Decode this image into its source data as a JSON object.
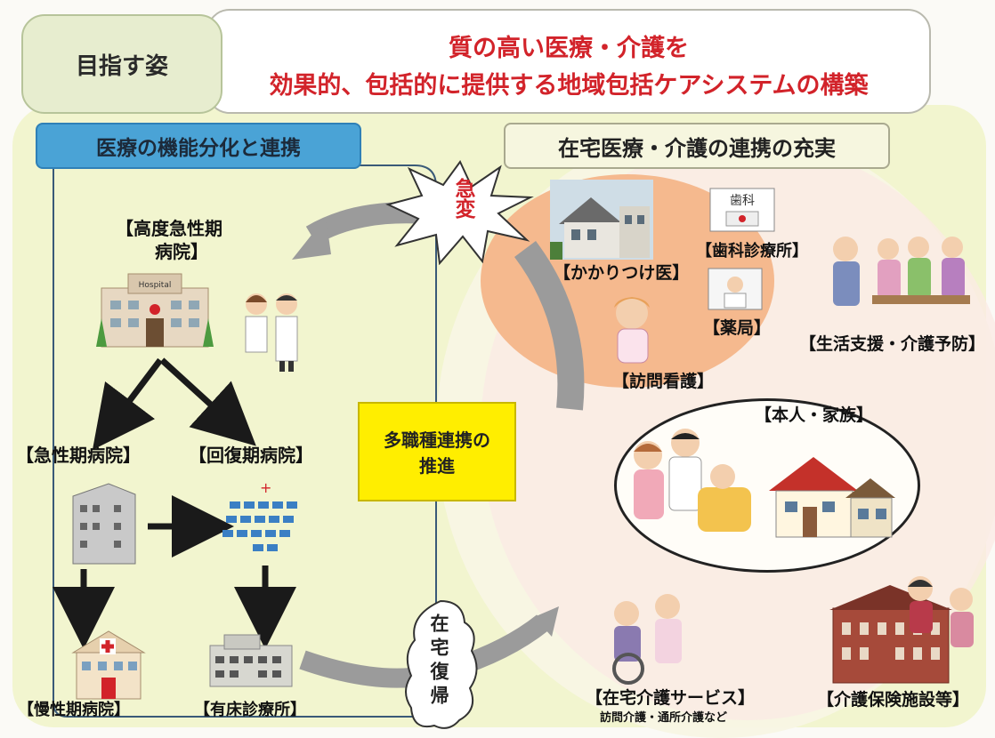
{
  "goal": {
    "tag": "目指す姿",
    "line1": "質の高い医療・介護を",
    "line2": "効果的、包括的に提供する地域包括ケアシステムの構築"
  },
  "left_section": {
    "header": "医療の機能分化と連携",
    "advanced_acute": [
      "【高度急性期",
      "病院】"
    ],
    "acute": "【急性期病院】",
    "recovery": "【回復期病院】",
    "chronic": "【慢性期病院】",
    "clinic_bed": "【有床診療所】"
  },
  "center": {
    "emergency": "急変",
    "multi": [
      "多職種連携の",
      "推進"
    ],
    "return_home": "在宅復帰"
  },
  "right_section": {
    "header": "在宅医療・介護の連携の充実",
    "family_doctor": "【かかりつけ医】",
    "dental": "【歯科診療所】",
    "pharmacy": "【薬局】",
    "visit_nursing": "【訪問看護】",
    "life_support": "【生活支援・介護予防】",
    "person_family": "【本人・家族】",
    "home_care": "【在宅介護サービス】",
    "home_care_sub": "訪問介護・通所介護など",
    "care_facility": "【介護保険施設等】"
  },
  "image_labels": {
    "hospital_sign": "Hospital",
    "dental_sign": "歯科"
  },
  "colors": {
    "accent_red": "#d2232a",
    "header_blue": "#4aa3d6",
    "panel_green": "#f2f5cf",
    "orange": "#f5b98e",
    "yellow": "#ffee00"
  }
}
